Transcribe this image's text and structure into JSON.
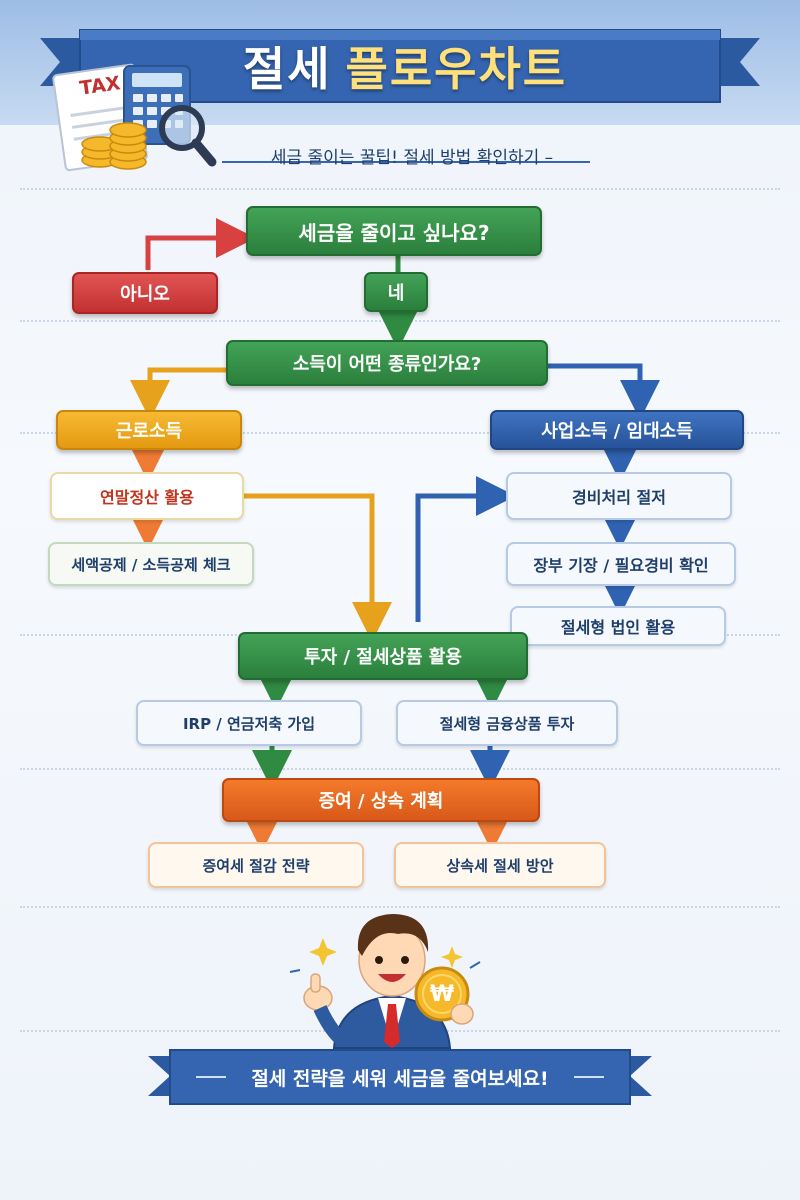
{
  "header": {
    "title_part1": "절세",
    "title_part2": "플로우차트",
    "subtitle": "세금 줄이는 꿀팁! 절세 방법 확인하기 –",
    "tax_label": "TAX"
  },
  "flow": {
    "q1": "세금을 줄이고 싶나요?",
    "no": "아니오",
    "yes": "네",
    "q2": "소득이 어떤 종류인가요?",
    "left_branch": {
      "title": "근로소득",
      "step1": "연말정산 활용",
      "step2": "세액공제 / 소득공제 체크"
    },
    "right_branch": {
      "title": "사업소득 / 임대소득",
      "step1": "경비처리 절저",
      "step2": "장부 기장 / 필요경비 확인",
      "step3": "절세형 법인 활용"
    },
    "invest": {
      "title": "투자 / 절세상품 활용",
      "left": "IRP / 연금저축 가입",
      "right": "절세형 금융상품 투자"
    },
    "gift": {
      "title": "증여 / 상속 계획",
      "left": "증여세 절감 전략",
      "right": "상속세 절세 방안"
    }
  },
  "footer": {
    "banner": "절세 전략을 세워 세금을 줄여보세요!",
    "coin_symbol": "₩"
  },
  "colors": {
    "green": "#2b7f3c",
    "red": "#c23131",
    "yellow": "#e49a10",
    "blue": "#27539a",
    "orange": "#d8591a",
    "navy": "#1f3f6b"
  }
}
